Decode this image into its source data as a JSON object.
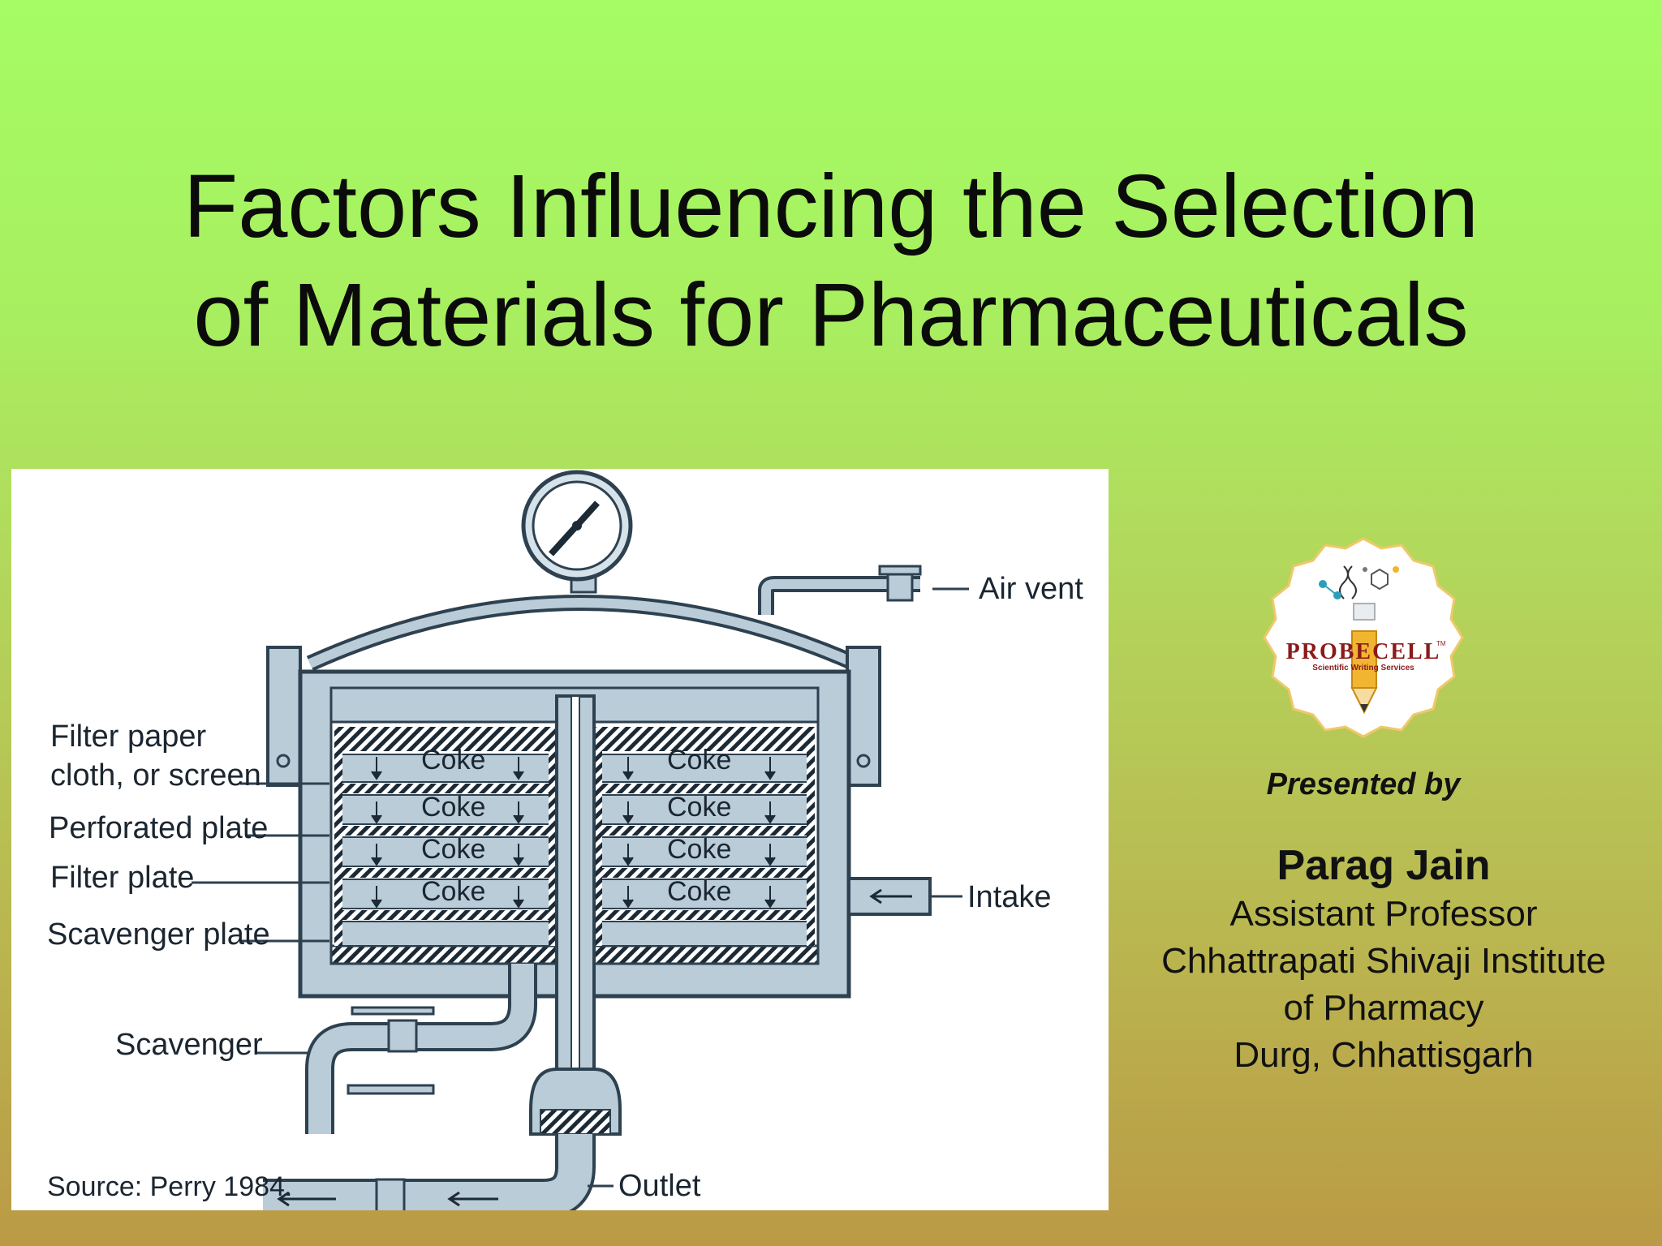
{
  "slide": {
    "title_line1": "Factors Influencing the Selection",
    "title_line2": "of Materials for Pharmaceuticals"
  },
  "figure": {
    "labels": {
      "air_vent": "Air vent",
      "filter_paper_1": "Filter paper",
      "filter_paper_2": "cloth, or screen",
      "perforated_plate": "Perforated plate",
      "filter_plate": "Filter plate",
      "scavenger_plate": "Scavenger plate",
      "intake": "Intake",
      "scavenger": "Scavenger",
      "outlet": "Outlet",
      "source": "Source: Perry 1984.",
      "coke": "Coke"
    }
  },
  "logo": {
    "brand": "PROBECELL",
    "tm": "TM",
    "tagline": "Scientific Writing Services"
  },
  "presenter": {
    "presented_by": "Presented by",
    "name": "Parag Jain",
    "role": "Assistant Professor",
    "institute_line1": "Chhattrapati Shivaji Institute",
    "institute_line2": "of Pharmacy",
    "location": "Durg, Chhattisgarh"
  },
  "colors": {
    "steel": "#b9ccd8",
    "steel_dark": "#2e4150",
    "logo_red": "#8b1a1a",
    "pencil_yellow": "#f2b531"
  }
}
